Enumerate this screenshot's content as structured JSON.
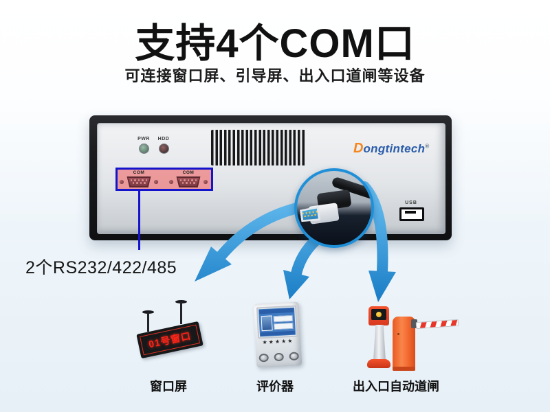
{
  "header": {
    "title": "支持4个COM口",
    "subtitle": "可连接窗口屏、引导屏、出入口道闸等设备"
  },
  "chassis": {
    "brand": {
      "initial": "D",
      "rest": "ongtintech",
      "reg": "®"
    },
    "leds": [
      {
        "label": "PWR"
      },
      {
        "label": "HDD"
      }
    ],
    "com_box": {
      "ports": [
        {
          "label": "COM"
        },
        {
          "label": "COM"
        }
      ]
    },
    "usb": {
      "label": "USB"
    },
    "annotation": "2个RS232/422/485"
  },
  "devices": {
    "window_screen": {
      "label": "窗口屏",
      "screen_text": "01号窗口"
    },
    "evaluator": {
      "label": "评价器",
      "stars": "★★★★★"
    },
    "barrier": {
      "label": "出入口自动道闸"
    }
  },
  "colors": {
    "bg_top": "#ffffff",
    "bg_bottom": "#e7f0f7",
    "title_text": "#111111",
    "accent_blue": "#1f8fd8",
    "arrow_light": "#5fb7ec",
    "arrow_dark": "#1478c2",
    "highlight_border": "#1414cc",
    "highlight_fill": "rgba(242,90,90,0.55)",
    "brand_orange": "#f5861f",
    "brand_blue": "#2a5caa",
    "led_screen_red": "#ff2318",
    "chassis_black": "#1b1c1e",
    "barrier_orange": "#f2682f"
  }
}
